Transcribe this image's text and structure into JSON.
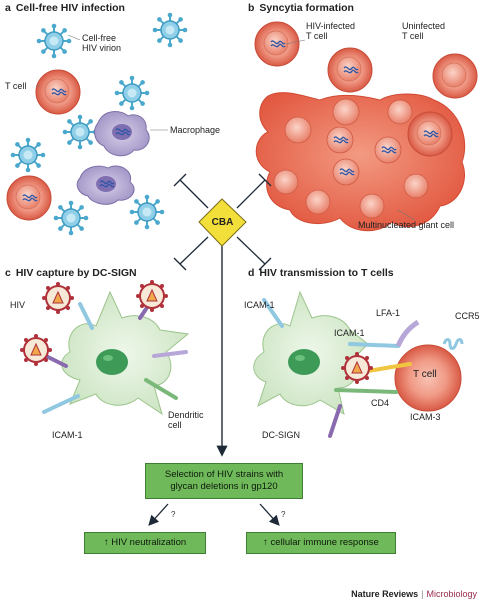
{
  "panels": {
    "a": {
      "letter": "a",
      "title": "Cell-free HIV infection"
    },
    "b": {
      "letter": "b",
      "title": "Syncytia formation"
    },
    "c": {
      "letter": "c",
      "title": "HIV capture by DC-SIGN"
    },
    "d": {
      "letter": "d",
      "title": "HIV transmission to T cells"
    }
  },
  "labels": {
    "cell_free_virion": [
      "Cell-free",
      "HIV virion"
    ],
    "t_cell_a": "T cell",
    "macrophage": "Macrophage",
    "hiv_infected_t_cell": [
      "HIV-infected",
      "T cell"
    ],
    "uninfected_t_cell": [
      "Uninfected",
      "T cell"
    ],
    "giant_cell": "Multinucleated giant cell",
    "hiv_c": "HIV",
    "dendritic_cell": [
      "Dendritic",
      "cell"
    ],
    "icam1_c": "ICAM-1",
    "icam1_d_top": "ICAM-1",
    "icam1_d_mid": "ICAM-1",
    "lfa1": "LFA-1",
    "ccr5": "CCR5",
    "t_cell_d": "T cell",
    "cd4": "CD4",
    "icam3": "ICAM-3",
    "dcsign": "DC-SIGN"
  },
  "center": {
    "label": "CBA"
  },
  "boxes": {
    "selection": [
      "Selection of HIV strains with",
      "glycan deletions in gp120"
    ],
    "neutralization": "↑ HIV neutralization",
    "immune": "↑ cellular immune response"
  },
  "question_marks": [
    "?",
    "?"
  ],
  "footer": {
    "journal": "Nature Reviews",
    "separator": "|",
    "subject": "Microbiology"
  },
  "colors": {
    "tcell_outer": "#e36a55",
    "tcell_inner": "#f3a08e",
    "virion": "#5fb7d6",
    "macrophage": "#a99ccc",
    "dendritic": "#d9ebd3",
    "dc_nucleus": "#3e9a57",
    "box": "#6fb95a",
    "cba": "#f3df3a",
    "hiv": "#b0313a"
  }
}
